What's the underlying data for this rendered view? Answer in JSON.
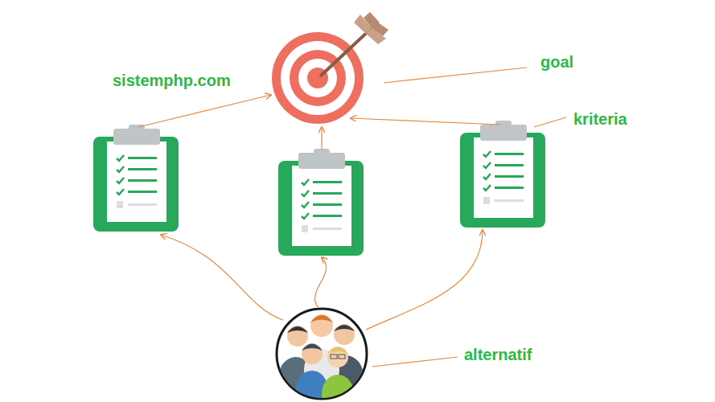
{
  "diagram": {
    "labels": [
      "sistemphp.com",
      "goal",
      "kriteria",
      "alternatif"
    ]
  }
}
